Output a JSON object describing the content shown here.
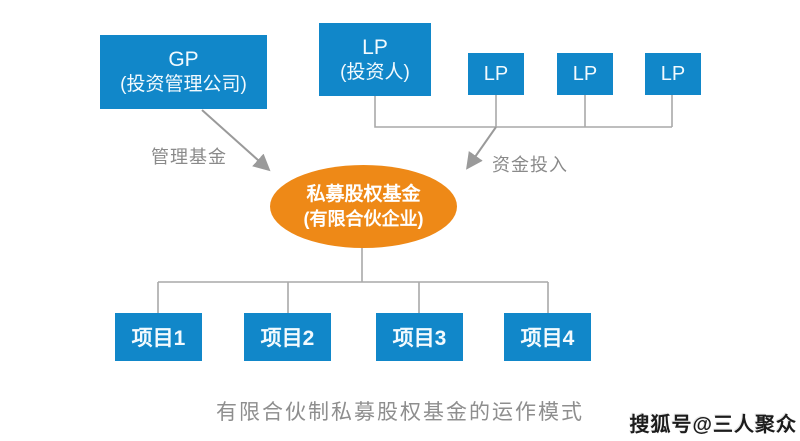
{
  "palette": {
    "box_blue": "#1187c9",
    "ellipse_orange": "#ee8917",
    "line_gray": "#a9a9a9",
    "arrow_gray": "#9a9a9a",
    "label_gray": "#8a8a8a",
    "box_text": "#f2fafe"
  },
  "nodes": {
    "gp": {
      "line1": "GP",
      "line2": "(投资管理公司)"
    },
    "lp_main": {
      "line1": "LP",
      "line2": "(投资人)"
    },
    "lp_small": [
      "LP",
      "LP",
      "LP"
    ],
    "fund": {
      "line1": "私募股权基金",
      "line2": "(有限合伙企业)"
    },
    "projects": [
      "项目1",
      "项目2",
      "项目3",
      "项目4"
    ]
  },
  "edges": {
    "manage_label": "管理基金",
    "invest_label": "资金投入"
  },
  "caption": "有限合伙制私募股权基金的运作模式",
  "watermark": "搜狐号@三人聚众"
}
